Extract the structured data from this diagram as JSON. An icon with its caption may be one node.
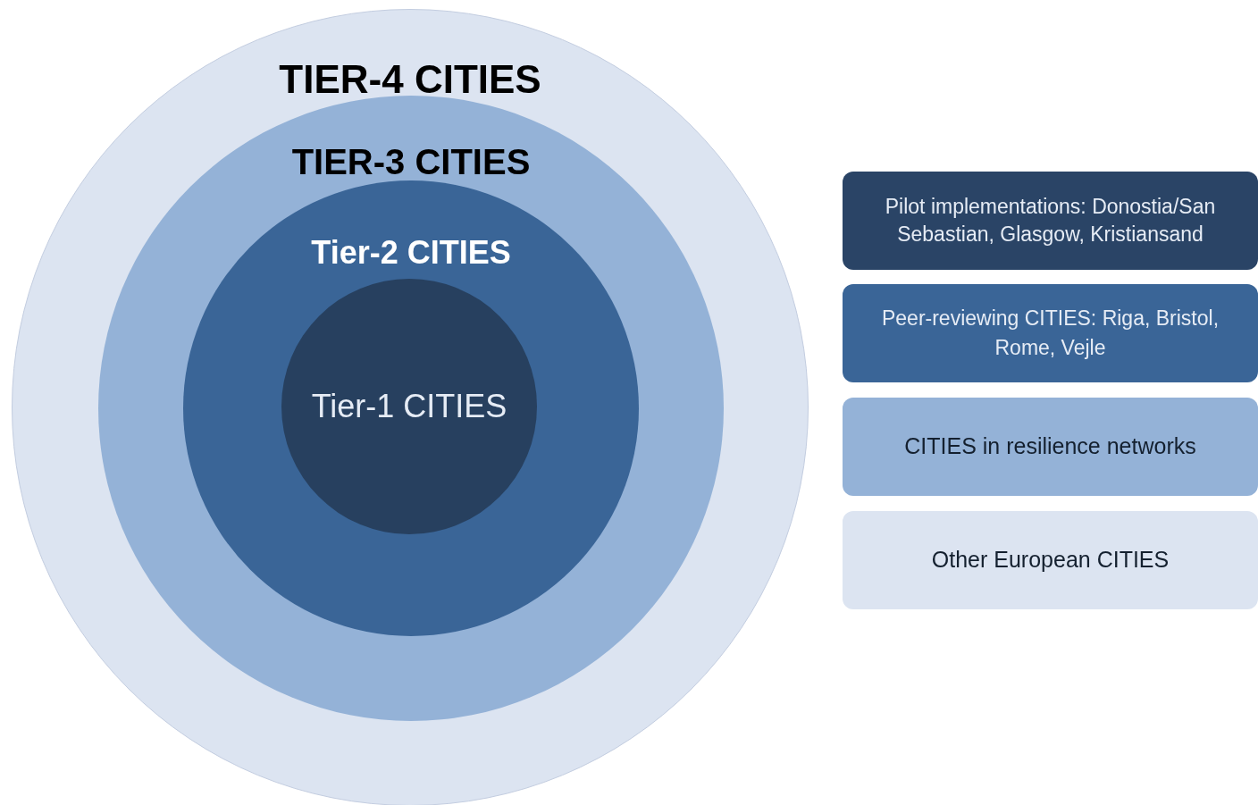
{
  "diagram": {
    "nodes": [
      {
        "text": [
          "TIER-4 CITIES"
        ]
      },
      {
        "text": [
          "TIER-3 CITIES"
        ],
        "in": 0
      },
      {
        "text": [
          "Tier-2 CITIES"
        ],
        "in": 1
      },
      {
        "text": [
          "Tier-1 CITIES"
        ],
        "in": 2
      },
      {
        "text": [
          "Pilot implementations: Donostia/San Sebastian, Glasgow, Kristiansand"
        ]
      },
      {
        "text": [
          "Peer-reviewing CITIES: Riga, Bristol, Rome, Vejle"
        ]
      },
      {
        "text": [
          "CITIES in resilience networks"
        ]
      },
      {
        "text": [
          "Other European CITIES"
        ]
      }
    ]
  }
}
